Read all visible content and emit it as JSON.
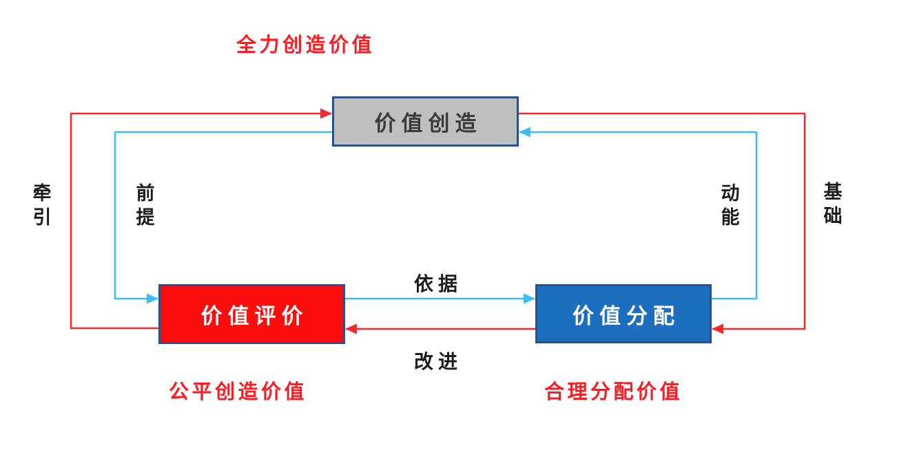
{
  "diagram": {
    "title": "全力创造价值",
    "nodes": {
      "creation": {
        "label": "价值创造"
      },
      "evaluation": {
        "label": "价值评价",
        "caption": "公平创造价值"
      },
      "distribution": {
        "label": "价值分配",
        "caption": "合理分配价值"
      }
    },
    "edges": [
      {
        "name": "traction",
        "from": "evaluation",
        "to": "creation",
        "label": "牵引",
        "color": "red"
      },
      {
        "name": "premise",
        "from": "creation",
        "to": "evaluation",
        "label": "前提",
        "color": "blue"
      },
      {
        "name": "momentum",
        "from": "distribution",
        "to": "creation",
        "label": "动能",
        "color": "blue"
      },
      {
        "name": "foundation",
        "from": "creation",
        "to": "distribution",
        "label": "基础",
        "color": "red"
      },
      {
        "name": "basis",
        "from": "evaluation",
        "to": "distribution",
        "label": "依据",
        "color": "blue"
      },
      {
        "name": "improvement",
        "from": "distribution",
        "to": "evaluation",
        "label": "改进",
        "color": "red"
      }
    ],
    "colors": {
      "red_line": "#f8282f",
      "blue_line": "#3ebdf0",
      "node_border": "#29508a",
      "creation_fill": "#bfbfbf",
      "creation_text": "#3a3a3a",
      "evaluation_fill": "#fc0d0d",
      "distribution_fill": "#1b6fbe",
      "node_text_light": "#ffffff",
      "label_text": "#1c1c1c",
      "red_text": "#fa1d23",
      "bg": "#ffffff"
    }
  }
}
